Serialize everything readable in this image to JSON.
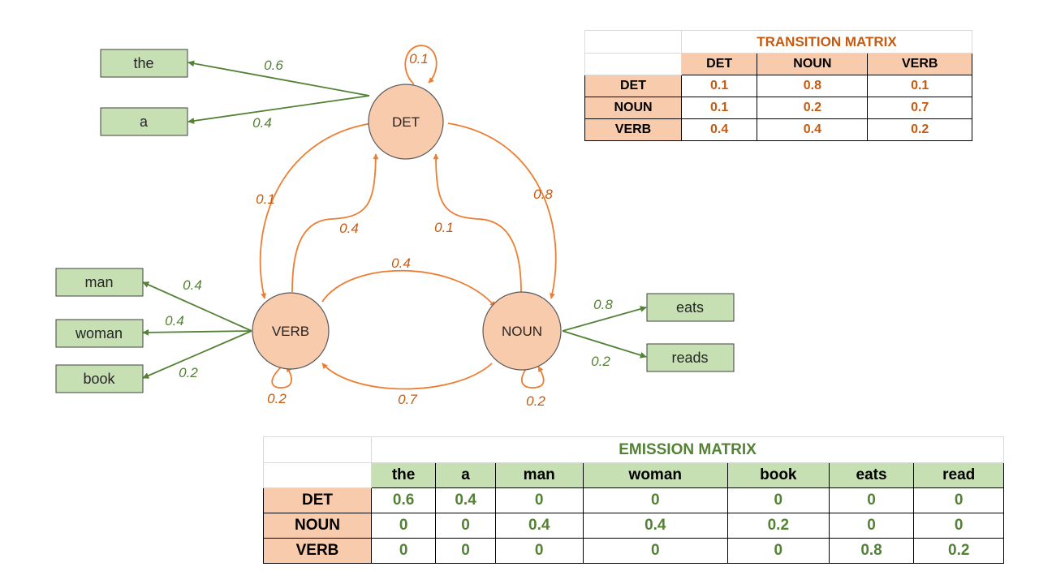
{
  "colors": {
    "state_fill": "#f8cbad",
    "state_edge": "#595959",
    "word_fill": "#c6e0b4",
    "word_edge": "#404040",
    "transition": "#ed7d31",
    "emission": "#548235"
  },
  "states": {
    "det": "DET",
    "verb": "VERB",
    "noun": "NOUN"
  },
  "words": {
    "the": "the",
    "a": "a",
    "man": "man",
    "woman": "woman",
    "book": "book",
    "eats": "eats",
    "reads": "reads"
  },
  "transition_labels": {
    "det_det": "0.1",
    "det_verb": "0.1",
    "verb_det": "0.4",
    "noun_det": "0.1",
    "det_noun": "0.8",
    "verb_noun": "0.4",
    "noun_verb": "0.7",
    "verb_verb": "0.2",
    "noun_noun": "0.2"
  },
  "emission_labels": {
    "det_the": "0.6",
    "det_a": "0.4",
    "verb_man": "0.4",
    "verb_woman": "0.4",
    "verb_book": "0.2",
    "noun_eats": "0.8",
    "noun_reads": "0.2"
  },
  "transition_matrix": {
    "title": "TRANSITION MATRIX",
    "columns": [
      "DET",
      "NOUN",
      "VERB"
    ],
    "rows": [
      {
        "label": "DET",
        "values": [
          "0.1",
          "0.8",
          "0.1"
        ]
      },
      {
        "label": "NOUN",
        "values": [
          "0.1",
          "0.2",
          "0.7"
        ]
      },
      {
        "label": "VERB",
        "values": [
          "0.4",
          "0.4",
          "0.2"
        ]
      }
    ]
  },
  "emission_matrix": {
    "title": "EMISSION MATRIX",
    "columns": [
      "the",
      "a",
      "man",
      "woman",
      "book",
      "eats",
      "read"
    ],
    "rows": [
      {
        "label": "DET",
        "values": [
          "0.6",
          "0.4",
          "0",
          "0",
          "0",
          "0",
          "0"
        ]
      },
      {
        "label": "NOUN",
        "values": [
          "0",
          "0",
          "0.4",
          "0.4",
          "0.2",
          "0",
          "0"
        ]
      },
      {
        "label": "VERB",
        "values": [
          "0",
          "0",
          "0",
          "0",
          "0",
          "0.8",
          "0.2"
        ]
      }
    ]
  }
}
